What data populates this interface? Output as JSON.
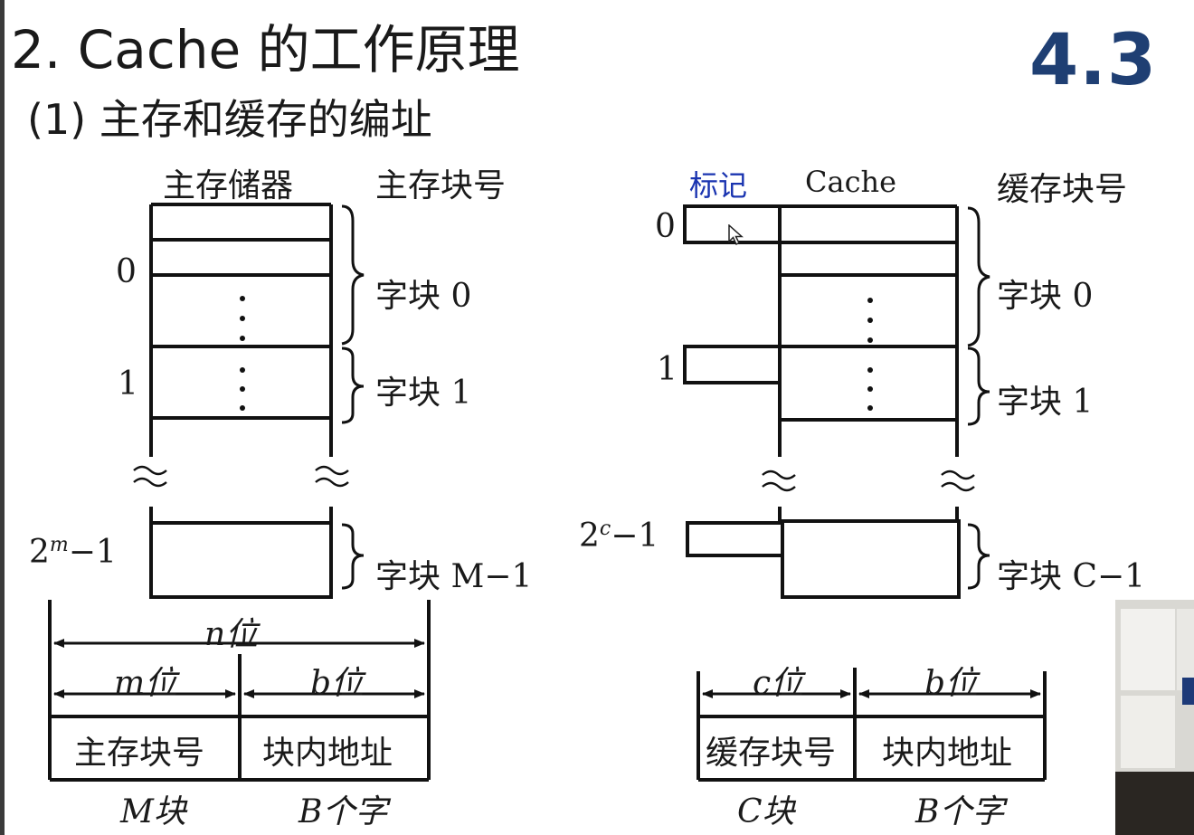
{
  "header": {
    "title": "2. Cache 的工作原理",
    "subtitle": "(1)  主存和缓存的编址",
    "section_number": "4.3"
  },
  "main_memory": {
    "col_label": "主存储器",
    "block_no_label": "主存块号",
    "row_0": "0",
    "row_1": "1",
    "row_last_base": "2",
    "row_last_exp": "m",
    "row_last_tail": "−1",
    "blocks": [
      "字块 0",
      "字块 1",
      "字块 M−1"
    ],
    "addr_total_bits": "n位",
    "addr_fields": [
      {
        "bits": "m位",
        "name": "主存块号",
        "count": "M块"
      },
      {
        "bits": "b位",
        "name": "块内地址",
        "count": "B个字"
      }
    ]
  },
  "cache": {
    "tag_label": "标记",
    "col_label": "Cache",
    "block_no_label": "缓存块号",
    "row_0": "0",
    "row_1": "1",
    "row_last_base": "2",
    "row_last_exp": "c",
    "row_last_tail": "−1",
    "blocks": [
      "字块 0",
      "字块 1",
      "字块 C−1"
    ],
    "addr_fields": [
      {
        "bits": "c位",
        "name": "缓存块号",
        "count": "C块"
      },
      {
        "bits": "b位",
        "name": "块内地址",
        "count": "B个字"
      }
    ]
  },
  "colors": {
    "accent": "#1f3f73",
    "tag_label": "#1a34b0",
    "line": "#111111"
  }
}
